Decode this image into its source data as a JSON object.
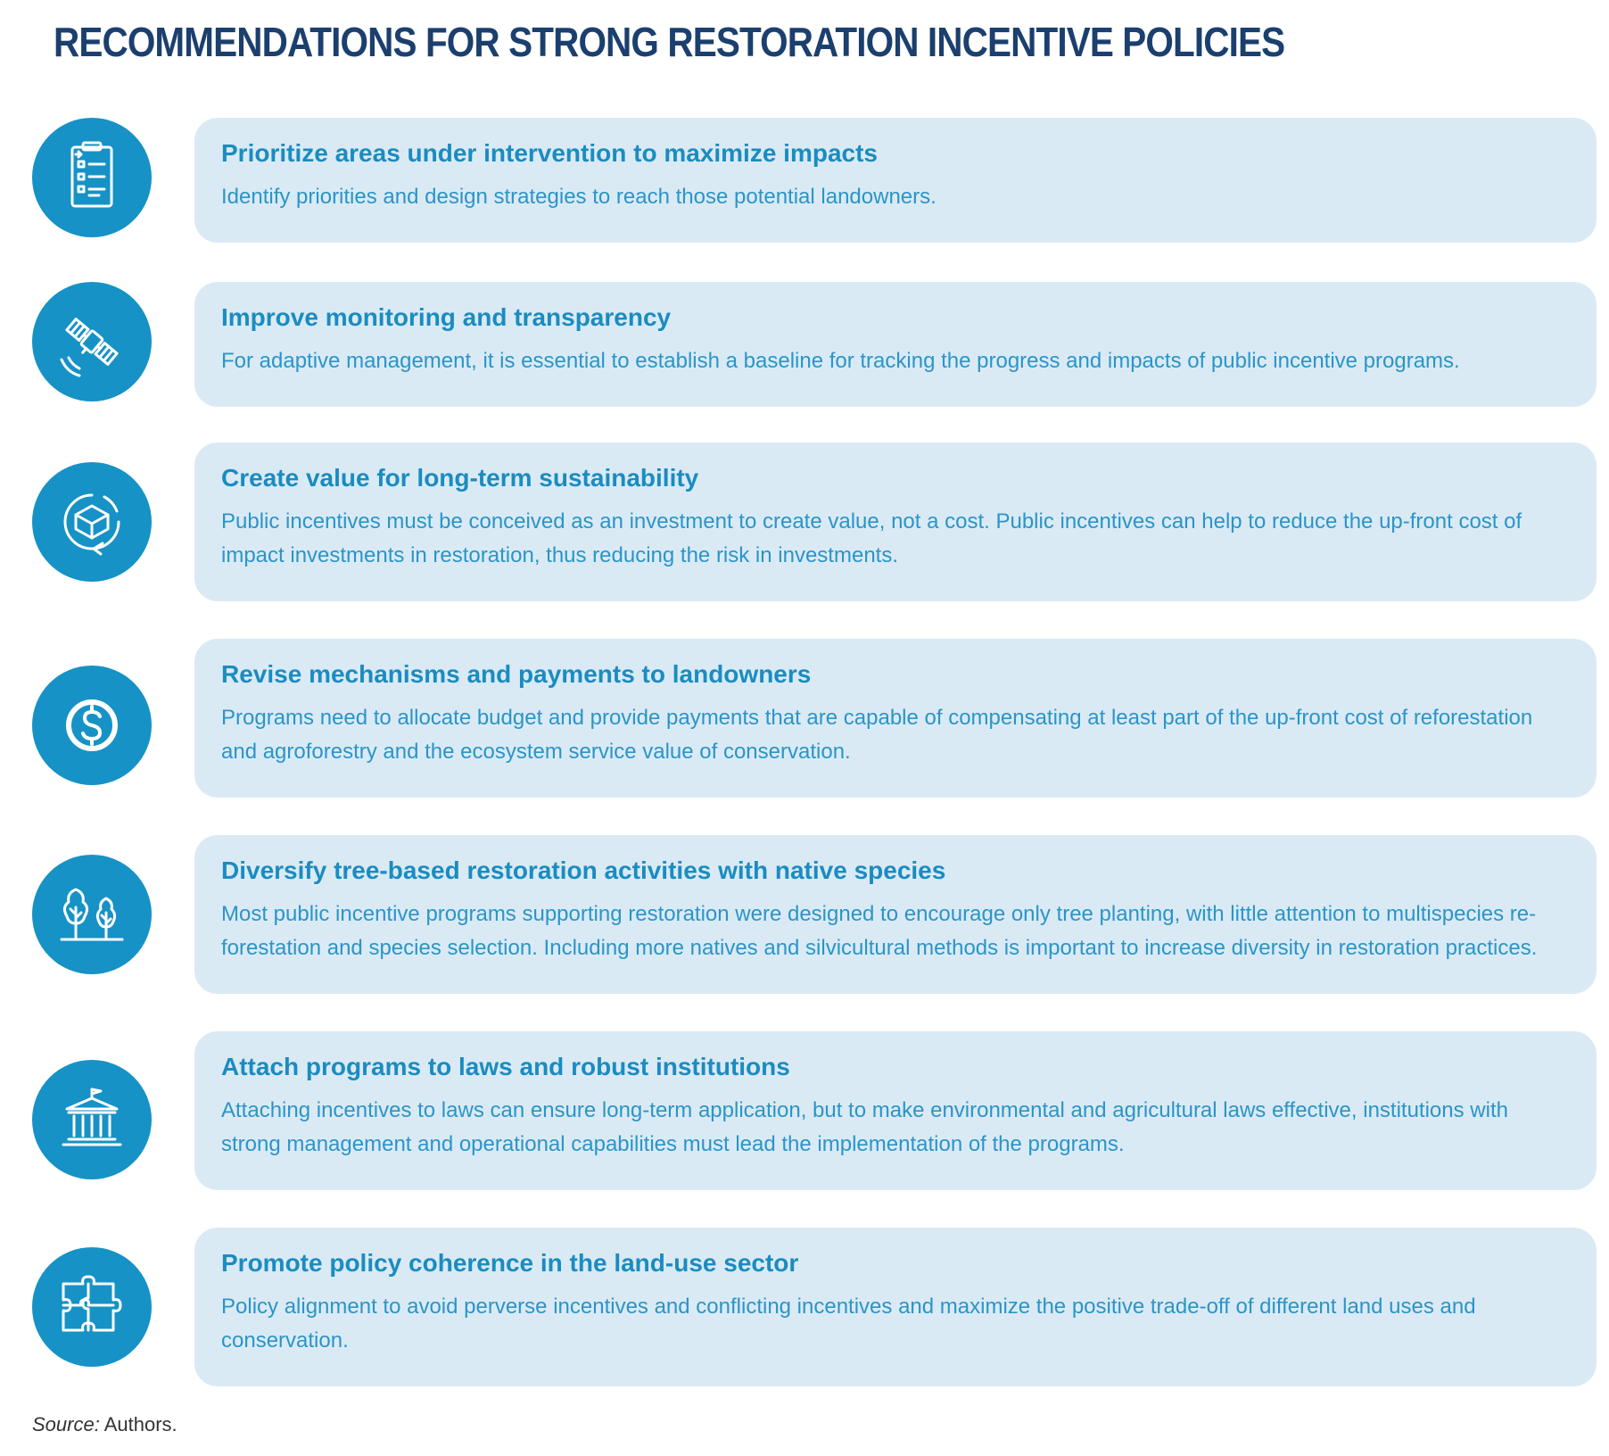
{
  "title": "RECOMMENDATIONS FOR STRONG RESTORATION INCENTIVE POLICIES",
  "recommendations": [
    {
      "icon": "checklist-icon",
      "heading": "Prioritize areas under intervention to maximize impacts",
      "text": "Identify priorities and design strategies to reach those potential landowners."
    },
    {
      "icon": "satellite-icon",
      "heading": "Improve monitoring and transparency",
      "text": "For adaptive management, it is essential to establish a baseline for tracking the progress and impacts of public incentive programs."
    },
    {
      "icon": "cycle-box-icon",
      "heading": "Create value for long-term sustainability",
      "text": "Public incentives must be conceived as an investment to create value, not a cost. Public incentives can help to reduce the up-front cost of impact investments in restoration, thus reducing the risk in investments."
    },
    {
      "icon": "dollar-coin-icon",
      "heading": "Revise mechanisms and payments to landowners",
      "text": "Programs need to allocate budget and provide payments that are capable of compensating at least part of the up-front cost of reforestation and agroforestry and the ecosystem service value of conservation."
    },
    {
      "icon": "trees-icon",
      "heading": "Diversify tree-based restoration activities with native species",
      "text": "Most public incentive programs supporting restoration were designed to encourage only tree planting, with little attention to multispecies re-forestation and species selection. Including more natives and silvicultural methods is important to increase diversity in restoration practices."
    },
    {
      "icon": "institution-building-icon",
      "heading": "Attach programs to laws and robust institutions",
      "text": "Attaching incentives to laws can ensure long-term application, but to make environmental and agricultural laws effective, institutions with strong management and operational capabilities must lead the implementation of the programs."
    },
    {
      "icon": "puzzle-icon",
      "heading": "Promote policy coherence in the land-use sector",
      "text": "Policy alignment to avoid perverse incentives and conflicting incentives and maximize the positive trade-off of different land uses and conservation."
    }
  ],
  "source": {
    "label": "Source:",
    "text": " Authors."
  },
  "colors": {
    "title": "#1b3f6e",
    "icon_circle": "#1692c6",
    "card_background": "#daeaf5",
    "heading": "#1a8cc0",
    "body_text": "#2a95c8"
  }
}
